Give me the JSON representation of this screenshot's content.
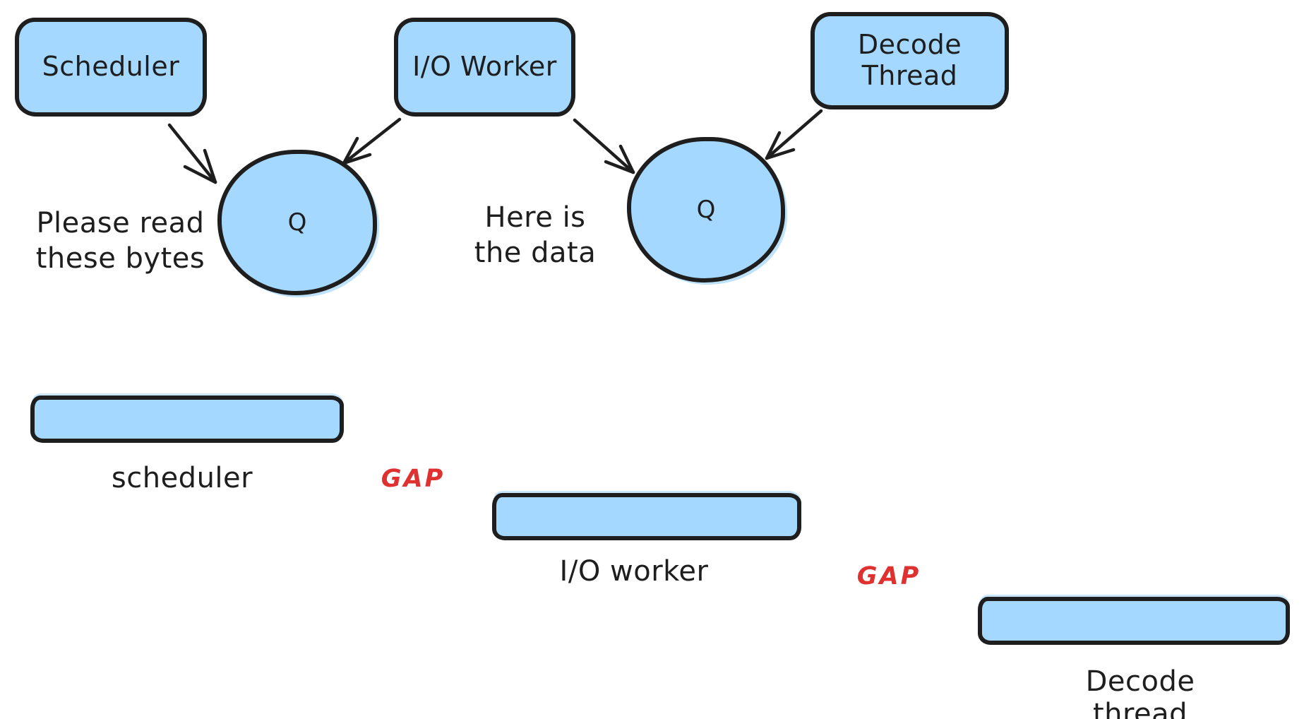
{
  "colors": {
    "shape_fill": "#a5d8ff",
    "stroke_dark": "#1e1e1e",
    "gap_red": "#e03131",
    "canvas_bg": "#ffffff"
  },
  "flow_section": {
    "scheduler_box_label": "Scheduler",
    "io_worker_box_label": "I/O Worker",
    "decode_box_line1": "Decode",
    "decode_box_line2": "Thread",
    "queue_left_label": "Q",
    "queue_right_label": "Q",
    "note_scheduler_line1": "Please read",
    "note_scheduler_line2": "these bytes",
    "note_io_line1": "Here is",
    "note_io_line2": "the data"
  },
  "timeline_section": {
    "lane_scheduler_label": "scheduler",
    "lane_io_worker_label": "I/O worker",
    "lane_decode_label": "Decode thread",
    "gap_label_1": "GAP",
    "gap_label_2": "GAP"
  }
}
